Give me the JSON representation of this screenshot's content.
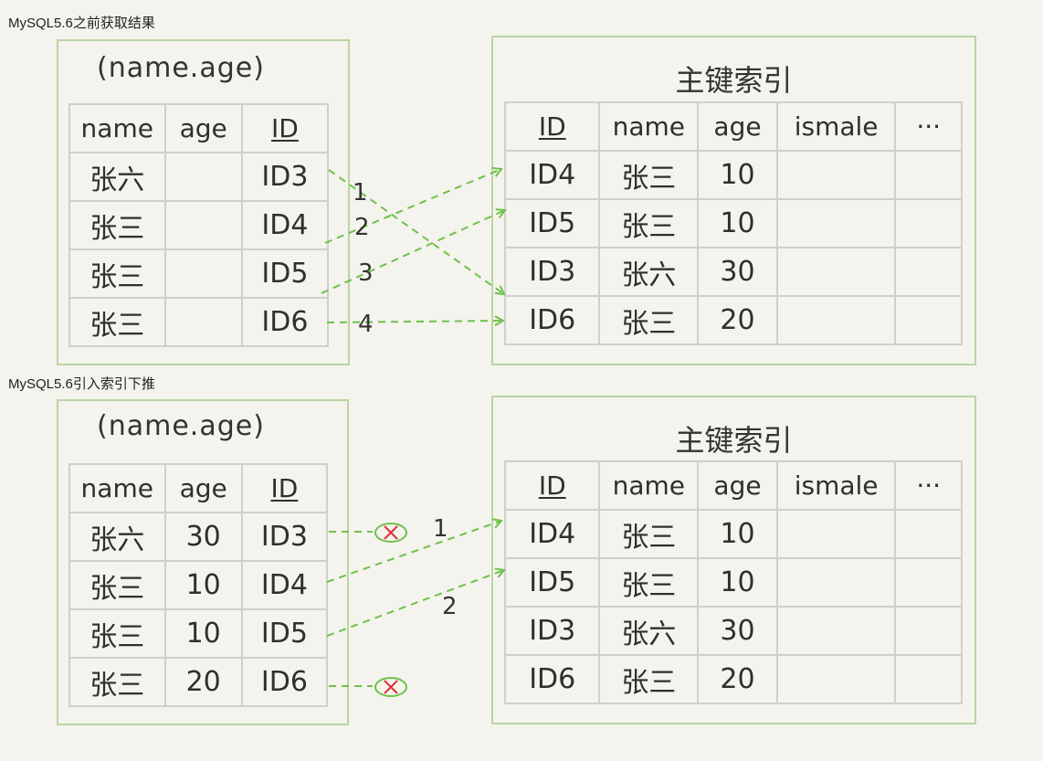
{
  "sections": [
    {
      "title": "MySQL5.6之前获取结果",
      "index_panel": {
        "title": "(name.age)",
        "headers": [
          "name",
          "age",
          "ID"
        ],
        "rows": [
          [
            "张六",
            "",
            "ID3"
          ],
          [
            "张三",
            "",
            "ID4"
          ],
          [
            "张三",
            "",
            "ID5"
          ],
          [
            "张三",
            "",
            "ID6"
          ]
        ]
      },
      "pk_panel": {
        "title": "主键索引",
        "headers": [
          "ID",
          "name",
          "age",
          "ismale",
          "···"
        ],
        "rows": [
          [
            "ID4",
            "张三",
            "10",
            "",
            ""
          ],
          [
            "ID5",
            "张三",
            "10",
            "",
            ""
          ],
          [
            "ID3",
            "张六",
            "30",
            "",
            ""
          ],
          [
            "ID6",
            "张三",
            "20",
            "",
            ""
          ]
        ]
      },
      "arrow_labels": [
        "1",
        "2",
        "3",
        "4"
      ]
    },
    {
      "title": "MySQL5.6引入索引下推",
      "index_panel": {
        "title": "(name.age)",
        "headers": [
          "name",
          "age",
          "ID"
        ],
        "rows": [
          [
            "张六",
            "30",
            "ID3"
          ],
          [
            "张三",
            "10",
            "ID4"
          ],
          [
            "张三",
            "10",
            "ID5"
          ],
          [
            "张三",
            "20",
            "ID6"
          ]
        ]
      },
      "pk_panel": {
        "title": "主键索引",
        "headers": [
          "ID",
          "name",
          "age",
          "ismale",
          "···"
        ],
        "rows": [
          [
            "ID4",
            "张三",
            "10",
            "",
            ""
          ],
          [
            "ID5",
            "张三",
            "10",
            "",
            ""
          ],
          [
            "ID3",
            "张六",
            "30",
            "",
            ""
          ],
          [
            "ID6",
            "张三",
            "20",
            "",
            ""
          ]
        ]
      },
      "arrow_labels": [
        "1",
        "2"
      ]
    }
  ],
  "colors": {
    "background": "#f5f3ee",
    "panel_border": "#b9d6a0",
    "grid_line": "#cfcfcd",
    "arrow": "#6cc24a",
    "reject_mark": "#e0303a"
  },
  "icons": [
    "reject-x-icon"
  ]
}
